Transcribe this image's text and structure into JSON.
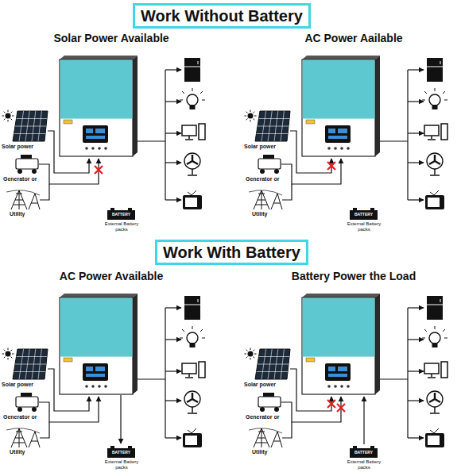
{
  "diagram": {
    "nodes": [
      {
        "text": [
          "Work Without Battery"
        ]
      },
      {
        "text": [
          "Work With Battery"
        ]
      }
    ],
    "labels": [
      "Solar Power Available",
      "Solar power",
      "Generator or",
      "Utility",
      "BATTERY",
      "External Battery packs",
      "AC Power Aailable",
      "Solar power",
      "Generator or",
      "Utility",
      "BATTERY",
      "External Battery packs",
      "AC Power Available",
      "Solar power",
      "Generator or",
      "Utility",
      "BATTERY",
      "External Battery packs",
      "Battery Power the Load",
      "Solar power",
      "Generator or",
      "Utility",
      "BATTERY",
      "External Battery packs"
    ]
  }
}
